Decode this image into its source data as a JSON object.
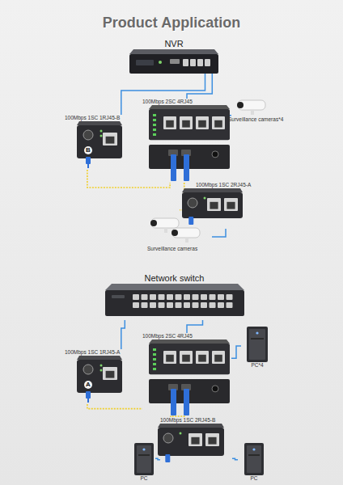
{
  "diagram": {
    "title": "Product Application",
    "nodes": [
      {
        "text": [
          "NVR"
        ]
      },
      {
        "text": [
          "100Mbps 1SC 1RJ45-B"
        ]
      },
      {
        "text": [
          "100Mbps 2SC 4RJ45"
        ]
      },
      {
        "text": [
          "Surveillance cameras*4"
        ]
      },
      {
        "text": [
          "100Mbps 1SC 2RJ45-A"
        ]
      },
      {
        "text": [
          "Surveillance cameras"
        ]
      },
      {
        "text": [
          "Network switch"
        ]
      },
      {
        "text": [
          "100Mbps 1SC 1RJ45-A"
        ]
      },
      {
        "text": [
          "100Mbps 2SC 4RJ45"
        ]
      },
      {
        "text": [
          "PC*4"
        ]
      },
      {
        "text": [
          "100Mbps 1SC 2RJ45-B"
        ]
      },
      {
        "text": [
          "PC"
        ]
      },
      {
        "text": [
          "PC"
        ]
      }
    ],
    "edges": [
      {
        "from": 0,
        "to": 1,
        "arrow": "none"
      },
      {
        "from": 0,
        "to": 2,
        "arrow": "none"
      },
      {
        "from": 2,
        "to": 3,
        "arrow": "none"
      },
      {
        "from": 1,
        "to": 2,
        "arrow": "none"
      },
      {
        "from": 2,
        "to": 4,
        "arrow": "none"
      },
      {
        "from": 4,
        "to": 5,
        "arrow": "none"
      },
      {
        "from": 6,
        "to": 7,
        "arrow": "none"
      },
      {
        "from": 6,
        "to": 8,
        "arrow": "none"
      },
      {
        "from": 8,
        "to": 9,
        "arrow": "none"
      },
      {
        "from": 7,
        "to": 8,
        "arrow": "none"
      },
      {
        "from": 8,
        "to": 10,
        "arrow": "none"
      },
      {
        "from": 10,
        "to": 11,
        "arrow": "none"
      },
      {
        "from": 10,
        "to": 12,
        "arrow": "none"
      }
    ],
    "labels": [
      "B",
      "A"
    ]
  }
}
